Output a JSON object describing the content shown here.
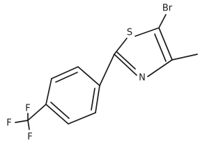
{
  "molecule": {
    "atoms": {
      "br": "Br",
      "s": "S",
      "n": "N",
      "f_top": "F",
      "f_left": "F",
      "f_bottom": "F"
    }
  }
}
